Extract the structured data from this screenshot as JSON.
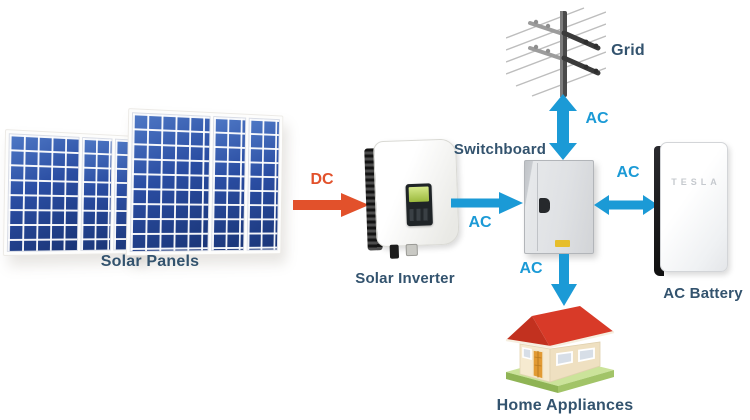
{
  "diagram": {
    "nodes": {
      "solar_panels": {
        "label": "Solar Panels"
      },
      "solar_inverter": {
        "label": "Solar Inverter"
      },
      "switchboard": {
        "label": "Switchboard"
      },
      "grid": {
        "label": "Grid"
      },
      "ac_battery": {
        "label": "AC Battery",
        "brand_text": "TESLA"
      },
      "home_appliances": {
        "label": "Home Appliances"
      }
    },
    "flows": {
      "panels_to_inverter": {
        "label": "DC",
        "direction": "one-way",
        "color": "#e2512b"
      },
      "inverter_to_switchboard": {
        "label": "AC",
        "direction": "one-way",
        "color": "#1b9ad6"
      },
      "switchboard_grid": {
        "label": "AC",
        "direction": "two-way",
        "color": "#1b9ad6"
      },
      "switchboard_battery": {
        "label": "AC",
        "direction": "two-way",
        "color": "#1b9ad6"
      },
      "switchboard_to_home": {
        "label": "AC",
        "direction": "one-way",
        "color": "#1b9ad6"
      }
    },
    "colors": {
      "dc": "#e2512b",
      "ac": "#1b9ad6",
      "node_label": "#33536e",
      "background": "#ffffff"
    }
  }
}
